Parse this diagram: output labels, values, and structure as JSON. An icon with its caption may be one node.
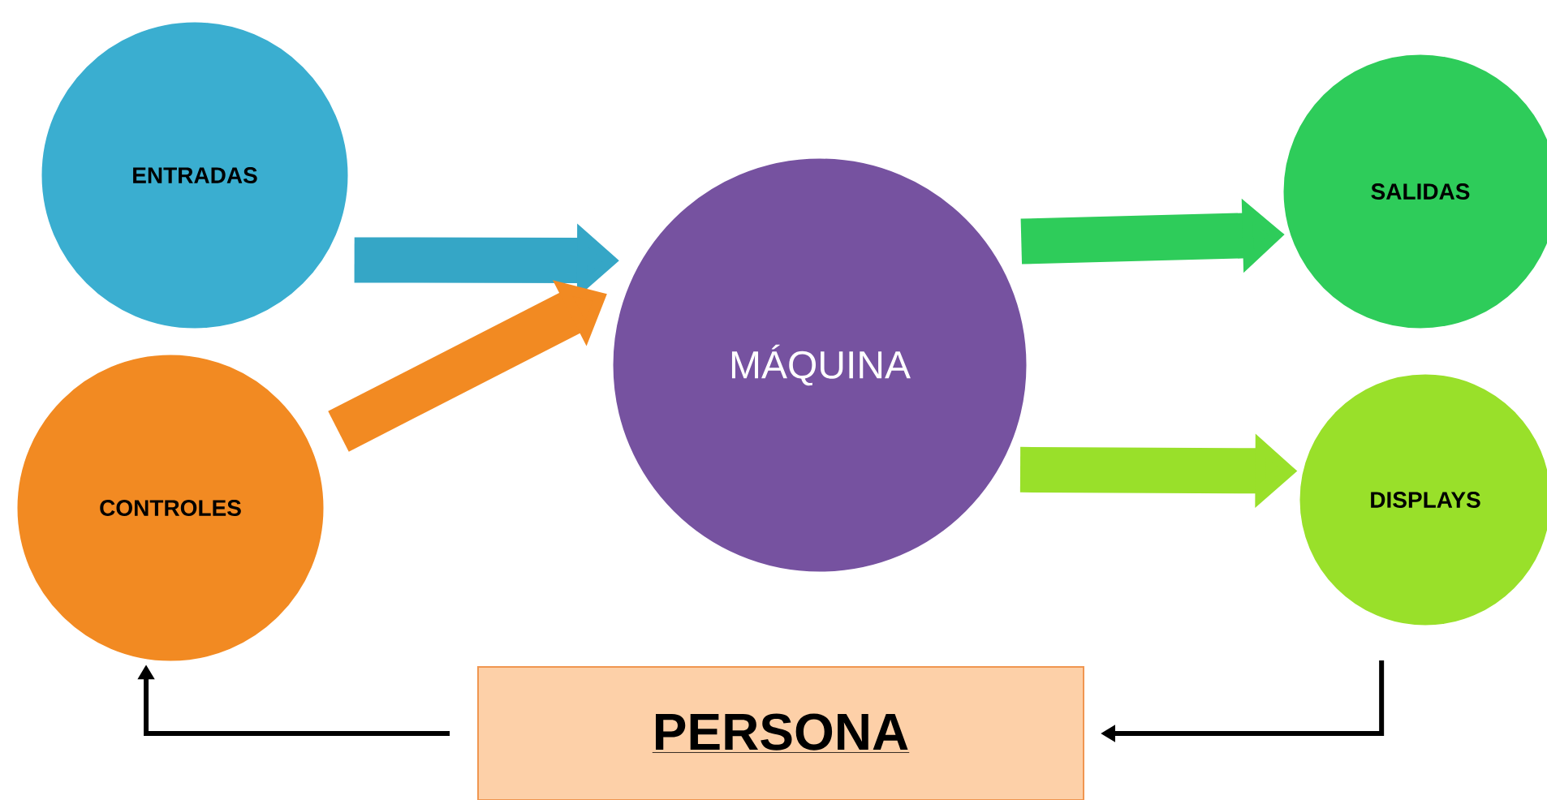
{
  "diagram": {
    "nodes": [
      {
        "text": [
          "ENTRADAS"
        ]
      },
      {
        "text": [
          "CONTROLES"
        ]
      },
      {
        "text": [
          "MÁQUINA"
        ]
      },
      {
        "text": [
          "SALIDAS"
        ]
      },
      {
        "text": [
          "DISPLAYS"
        ]
      },
      {
        "text": [
          "PERSONA"
        ]
      }
    ],
    "edges": [
      {
        "from": 0,
        "to": 2,
        "arrow": "to",
        "color": "#35a6c6"
      },
      {
        "from": 1,
        "to": 2,
        "arrow": "to",
        "color": "#f28a22"
      },
      {
        "from": 2,
        "to": 3,
        "arrow": "to",
        "color": "#2ecc5a"
      },
      {
        "from": 2,
        "to": 4,
        "arrow": "to",
        "color": "#99e02a"
      },
      {
        "from": 4,
        "to": 5,
        "arrow": "to"
      },
      {
        "from": 5,
        "to": 1,
        "arrow": "to"
      }
    ]
  }
}
